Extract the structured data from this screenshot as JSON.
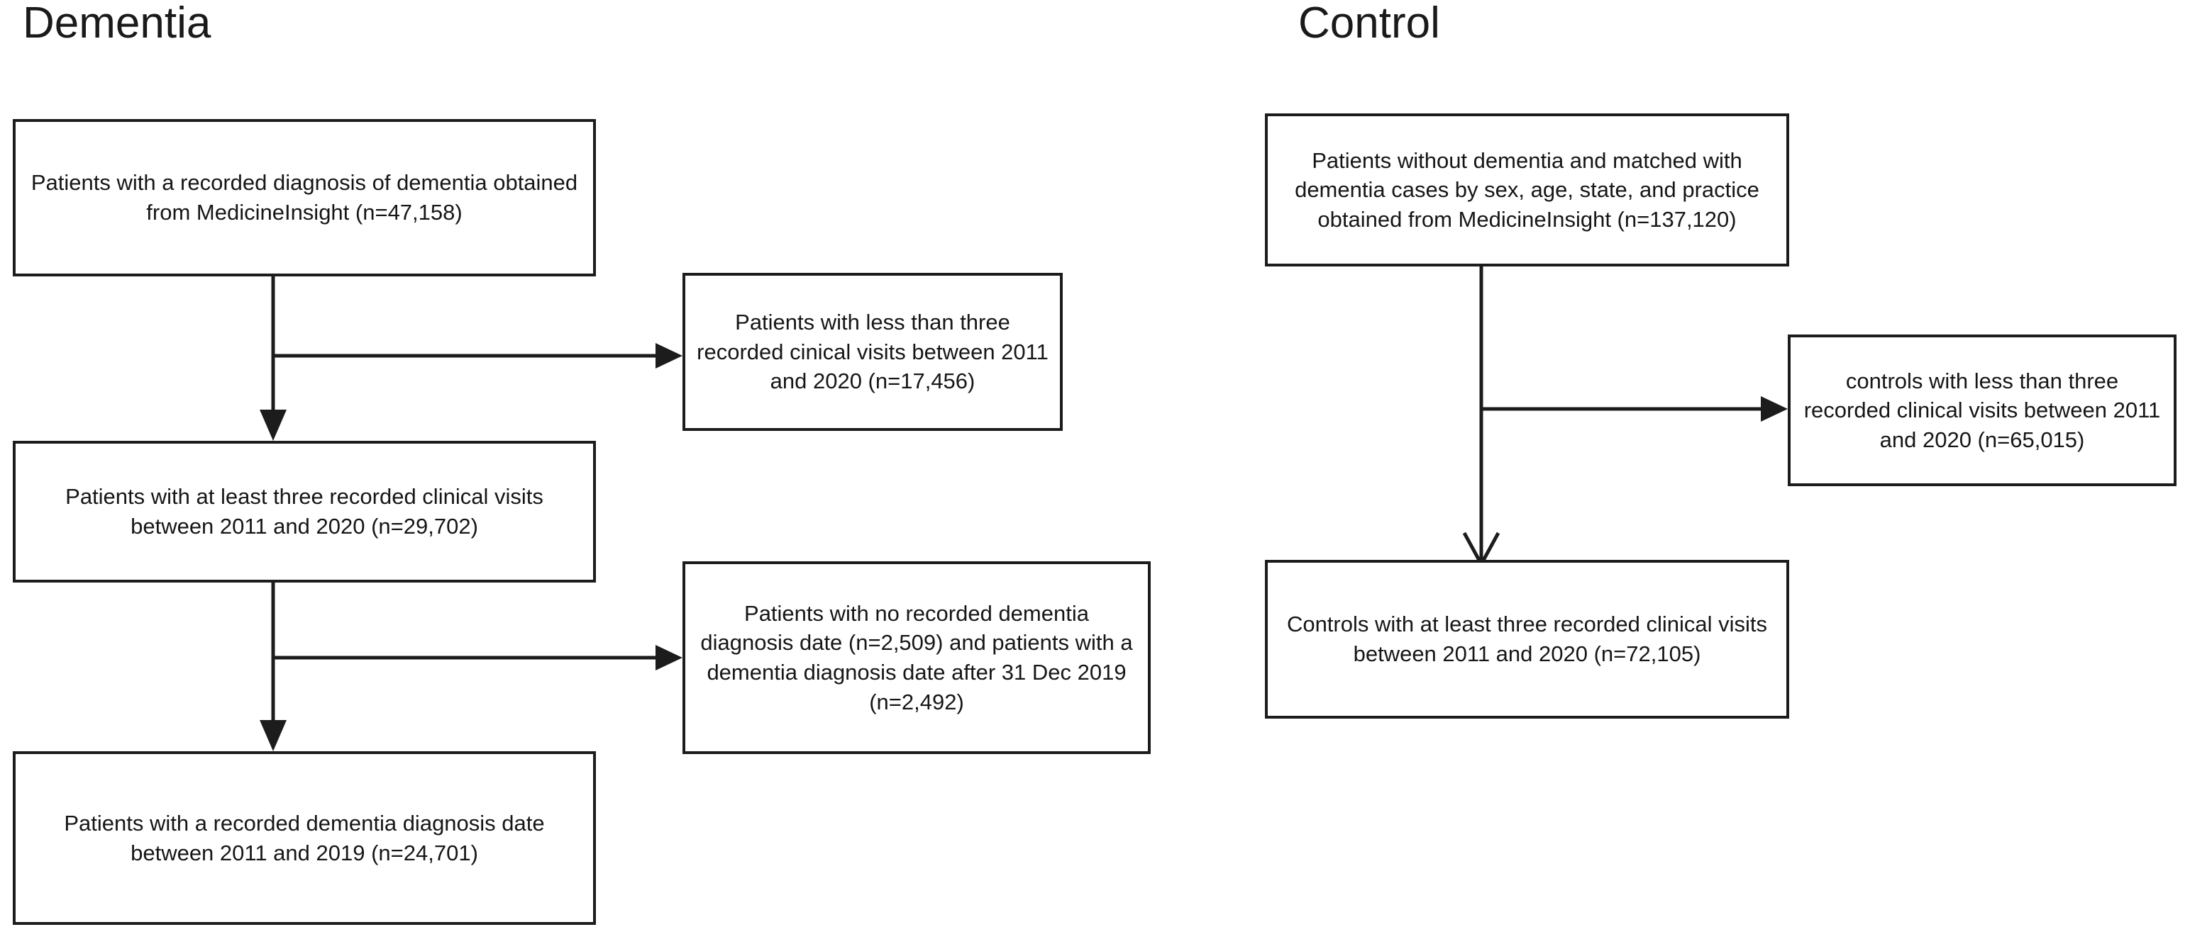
{
  "figure": {
    "type": "flowchart",
    "orientation": "two-column-cohort-selection"
  },
  "columns": [
    {
      "id": "dementia",
      "title": "Dementia"
    },
    {
      "id": "control",
      "title": "Control"
    }
  ],
  "dementia": {
    "title": "Dementia",
    "nodes": {
      "source": "Patients with a recorded diagnosis of dementia obtained from MedicineInsight (n=47,158)",
      "excluded_visits": "Patients with less than three recorded cinical visits between 2011 and 2020 (n=17,456)",
      "eligible_visits": "Patients with at least three recorded clinical visits  between 2011 and 2020 (n=29,702)",
      "excluded_dates": "Patients with no recorded dementia diagnosis date (n=2,509) and patients with a dementia diagnosis date after 31 Dec 2019 (n=2,492)",
      "final_cohort": "Patients with a recorded dementia diagnosis date between 2011 and 2019 (n=24,701)"
    },
    "counts": {
      "source": "47,158",
      "excluded_visits": "17,456",
      "eligible_visits": "29,702",
      "excluded_no_date": "2,509",
      "excluded_late_date": "2,492",
      "final_cohort": "24,701"
    }
  },
  "control": {
    "title": "Control",
    "nodes": {
      "source": "Patients without dementia and matched with dementia cases by sex, age, state, and practice obtained from MedicineInsight  (n=137,120)",
      "excluded_visits": "controls with less than three recorded clinical visits between 2011 and 2020 (n=65,015)",
      "final_cohort": "Controls with at least three recorded clinical visits between 2011 and 2020 (n=72,105)"
    },
    "counts": {
      "source": "137,120",
      "excluded_visits": "65,015",
      "final_cohort": "72,105"
    }
  },
  "colors": {
    "stroke": "#1c1c1c",
    "text": "#161616",
    "background": "#ffffff"
  }
}
